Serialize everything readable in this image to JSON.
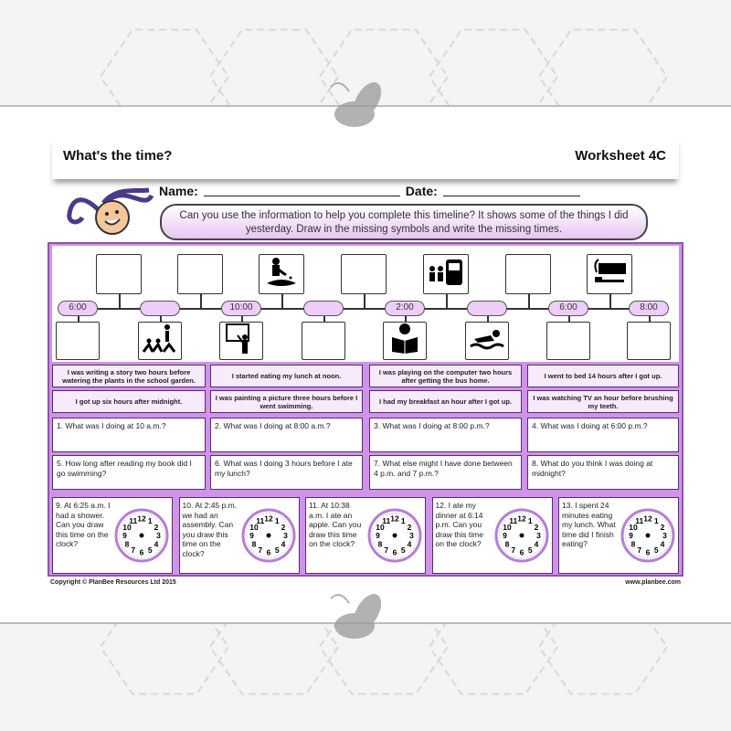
{
  "header": {
    "title": "What's the time?",
    "worksheet": "Worksheet 4C"
  },
  "form": {
    "name_label": "Name:",
    "date_label": "Date:"
  },
  "instructions": "Can you use the information to help you complete this timeline? It shows some of the things I did yesterday. Draw in the missing symbols and write the missing times.",
  "timeline": {
    "top_boxes": [
      {
        "icon": ""
      },
      {
        "icon": ""
      },
      {
        "icon": "watering-plant-icon"
      },
      {
        "icon": ""
      },
      {
        "icon": "school-bus-icon"
      },
      {
        "icon": ""
      },
      {
        "icon": "toothbrush-icon"
      }
    ],
    "times": [
      "6:00",
      "",
      "10:00",
      "",
      "2:00",
      "",
      "6:00",
      "8:00"
    ],
    "bottom_boxes": [
      {
        "icon": ""
      },
      {
        "icon": "painting-icon"
      },
      {
        "icon": "teacher-board-icon"
      },
      {
        "icon": ""
      },
      {
        "icon": "reading-icon"
      },
      {
        "icon": "swimming-icon"
      },
      {
        "icon": ""
      },
      {
        "icon": ""
      }
    ]
  },
  "clues": [
    "I was writing a story two hours before watering the plants in the school garden.",
    "I started eating my lunch at noon.",
    "I was playing on the computer two hours after getting the bus home.",
    "I went to bed 14 hours after I got up.",
    "I got up six hours after midnight.",
    "I was painting a picture three hours before I went swimming.",
    "I had my breakfast an hour after I got up.",
    "I was watching TV an hour before brushing my teeth."
  ],
  "questions": [
    "1. What was I doing at 10 a.m.?",
    "2. What was I doing at 8:00 a.m.?",
    "3. What was I doing at 8:00 p.m.?",
    "4. What was I doing at 6:00 p.m.?",
    "5. How long after reading my book did I go swimming?",
    "6. What was I doing 3 hours before I ate my lunch?",
    "7. What else might I have done between 4 p.m. and 7 p.m.?",
    "8. What do you think I was doing at midnight?"
  ],
  "clock_questions": [
    "9. At 6:25 a.m. I had a shower. Can you draw this time on the clock?",
    "10. At 2:45 p.m. we had an assembly. Can you draw this time on the clock?",
    "11. At 10:38 a.m. I ate an apple. Can you draw this time on the clock?",
    "12. I ate my dinner at 6:14 p.m. Can you draw this time on the clock?",
    "13. I spent 24 minutes eating my lunch. What time did I finish eating?"
  ],
  "clock_numbers": [
    "12",
    "1",
    "2",
    "3",
    "4",
    "5",
    "6",
    "7",
    "8",
    "9",
    "10",
    "11"
  ],
  "footer": {
    "copyright": "Copyright © PlanBee Resources Ltd 2015",
    "website": "www.planbee.com"
  },
  "colors": {
    "purple": "#cf94ea",
    "purple_dark": "#8e54ad",
    "pill": "#eecdf8"
  }
}
